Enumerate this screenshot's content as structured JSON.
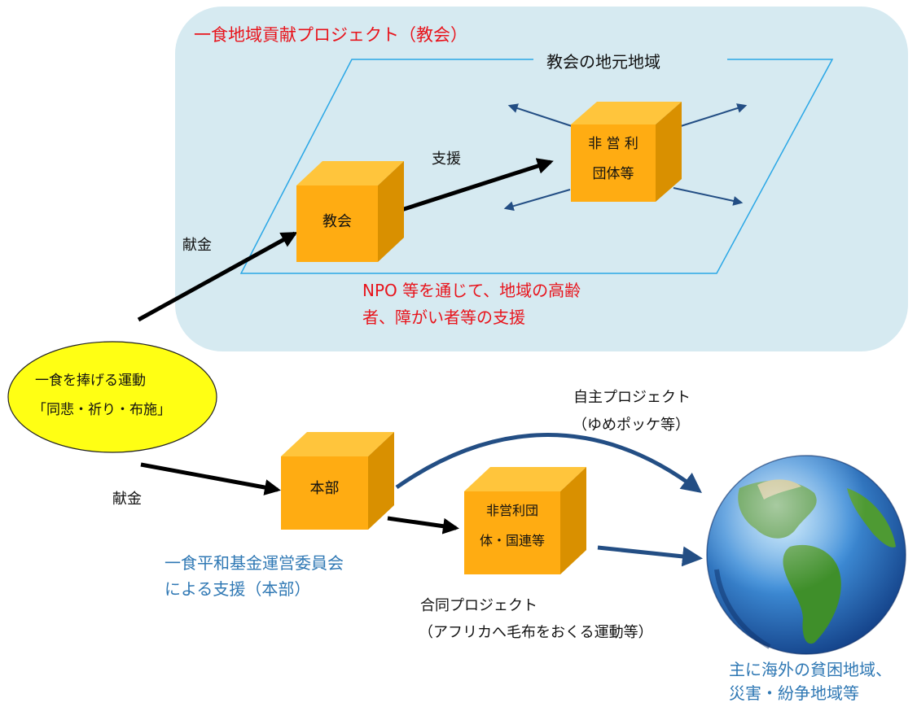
{
  "colors": {
    "panel_fill": "#d6eaf1",
    "plane_line": "#2aa7e6",
    "box_front": "#ffac12",
    "box_top": "#ffc53c",
    "box_side": "#d99000",
    "ellipse_fill": "#ffff14",
    "arrow_black": "#000000",
    "arrow_navy": "#234e84",
    "text_red": "#e8131b",
    "text_blue": "#2f78b4"
  },
  "local_project": {
    "title": "一食地域貢献プロジェクト（教会）",
    "region_label": "教会の地元地域",
    "support_label": "支援",
    "church_box": "教会",
    "npo_box": [
      "非 営 利",
      "団体等"
    ],
    "description": [
      "NPO 等を通じて、地域の高齢",
      "者、障がい者等の支援"
    ]
  },
  "movement": {
    "line1": "一食を捧げる運動",
    "line2": "「同悲・祈り・布施」"
  },
  "offering_top": "献金",
  "offering_bottom": "献金",
  "headquarters": {
    "box": "本部",
    "caption": [
      "一食平和基金運営委員会",
      "による支援（本部）"
    ]
  },
  "npo_un": {
    "box": [
      "非営利団",
      "体・国連等"
    ]
  },
  "own_project": [
    "自主プロジェクト",
    "（ゆめポッケ等）"
  ],
  "joint_project": [
    "合同プロジェクト",
    "（アフリカへ毛布をおくる運動等）"
  ],
  "destination": [
    "主に海外の貧困地域、",
    "災害・紛争地域等"
  ],
  "icons": {
    "globe": "earth-globe-icon"
  }
}
